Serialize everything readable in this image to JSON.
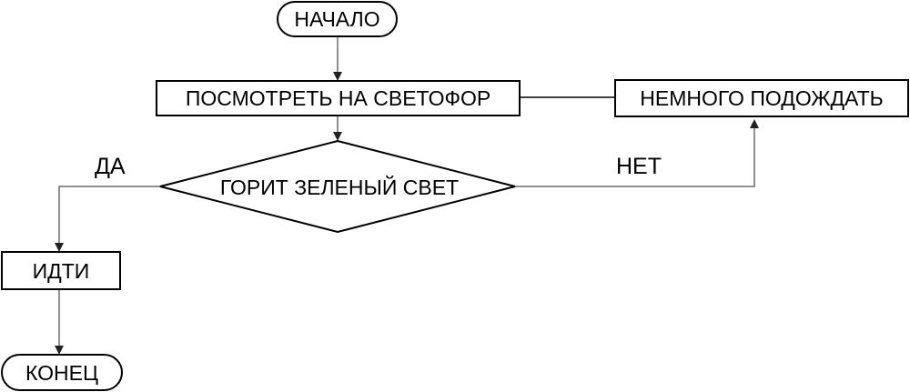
{
  "nodes": {
    "start": {
      "label": "НАЧАЛО"
    },
    "look": {
      "label": "ПОСМОТРЕТЬ НА СВЕТОФОР"
    },
    "wait": {
      "label": "НЕМНОГО ПОДОЖДАТЬ"
    },
    "decision": {
      "label": "ГОРИТ ЗЕЛЕНЫЙ СВЕТ"
    },
    "go": {
      "label": "ИДТИ"
    },
    "end": {
      "label": "КОНЕЦ"
    }
  },
  "edges": {
    "yes_label": "ДА",
    "no_label": "НЕТ"
  },
  "colors": {
    "line": "#6b6b6b",
    "stroke": "#000000",
    "background": "#ffffff"
  }
}
